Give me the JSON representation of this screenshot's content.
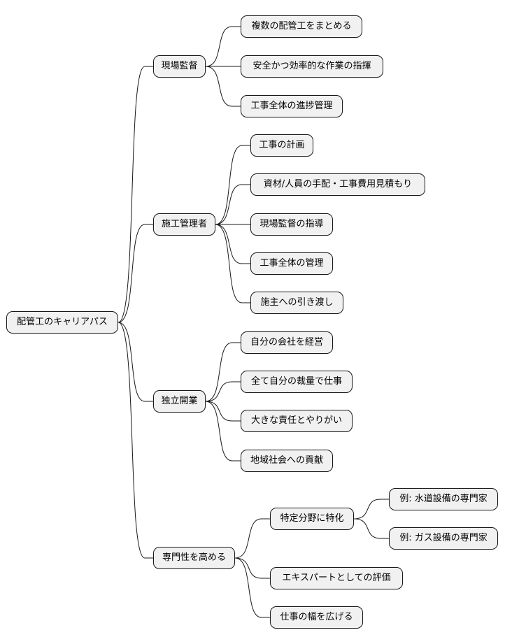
{
  "colors": {
    "node_fill": "#f1f1f1",
    "node_border": "#181818",
    "edge": "#181818",
    "text": "#000000"
  },
  "mindmap": {
    "root": {
      "label": "配管工のキャリアパス",
      "children": [
        {
          "label": "現場監督",
          "children": [
            {
              "label": "複数の配管工をまとめる"
            },
            {
              "label": "安全かつ効率的な作業の指揮"
            },
            {
              "label": "工事全体の進捗管理"
            }
          ]
        },
        {
          "label": "施工管理者",
          "children": [
            {
              "label": "工事の計画"
            },
            {
              "label": "資材/人員の手配・工事費用見積もり"
            },
            {
              "label": "現場監督の指導"
            },
            {
              "label": "工事全体の管理"
            },
            {
              "label": "施主への引き渡し"
            }
          ]
        },
        {
          "label": "独立開業",
          "children": [
            {
              "label": "自分の会社を経営"
            },
            {
              "label": "全て自分の裁量で仕事"
            },
            {
              "label": "大きな責任とやりがい"
            },
            {
              "label": "地域社会への貢献"
            }
          ]
        },
        {
          "label": "専門性を高める",
          "children": [
            {
              "label": "特定分野に特化",
              "children": [
                {
                  "label": "例: 水道設備の専門家"
                },
                {
                  "label": "例: ガス設備の専門家"
                }
              ]
            },
            {
              "label": "エキスパートとしての評価"
            },
            {
              "label": "仕事の幅を広げる"
            }
          ]
        }
      ]
    }
  }
}
